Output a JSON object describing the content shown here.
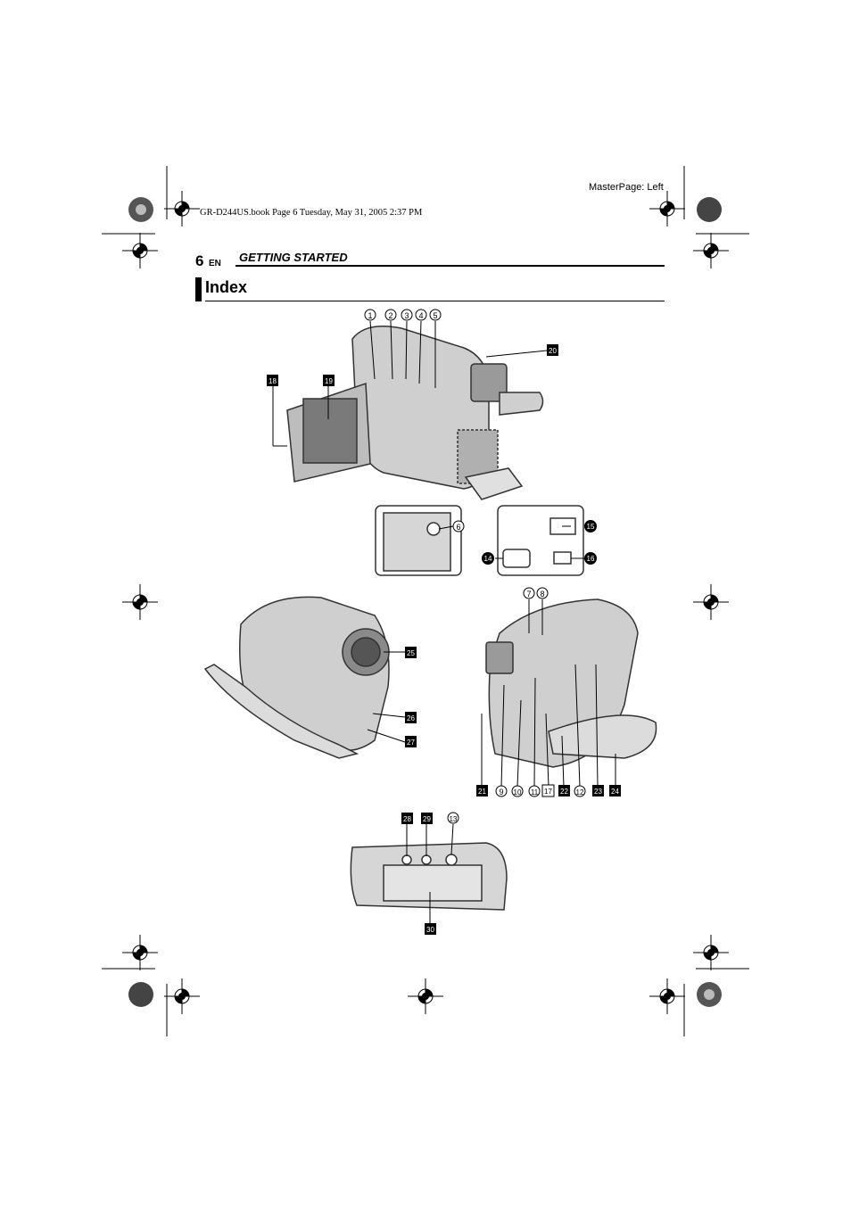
{
  "header": {
    "masterpage": "MasterPage: Left",
    "bookline": "GR-D244US.book  Page 6  Tuesday, May 31, 2005  2:37 PM",
    "page_number": "6",
    "language": "EN",
    "section": "GETTING STARTED"
  },
  "title": "Index",
  "callouts": {
    "c1": "1",
    "c2": "2",
    "c3": "3",
    "c4": "4",
    "c5": "5",
    "c6": "6",
    "c7": "7",
    "c8": "8",
    "c9": "9",
    "c10": "10",
    "c11": "11",
    "c12": "12",
    "c13": "13",
    "c14": "14",
    "c15": "15",
    "c16": "16",
    "c17": "17",
    "c18": "18",
    "c19": "19",
    "c20": "20",
    "c21": "21",
    "c22": "22",
    "c23": "23",
    "c24": "24",
    "c25": "25",
    "c26": "26",
    "c27": "27",
    "c28": "28",
    "c29": "29",
    "c30": "30"
  }
}
